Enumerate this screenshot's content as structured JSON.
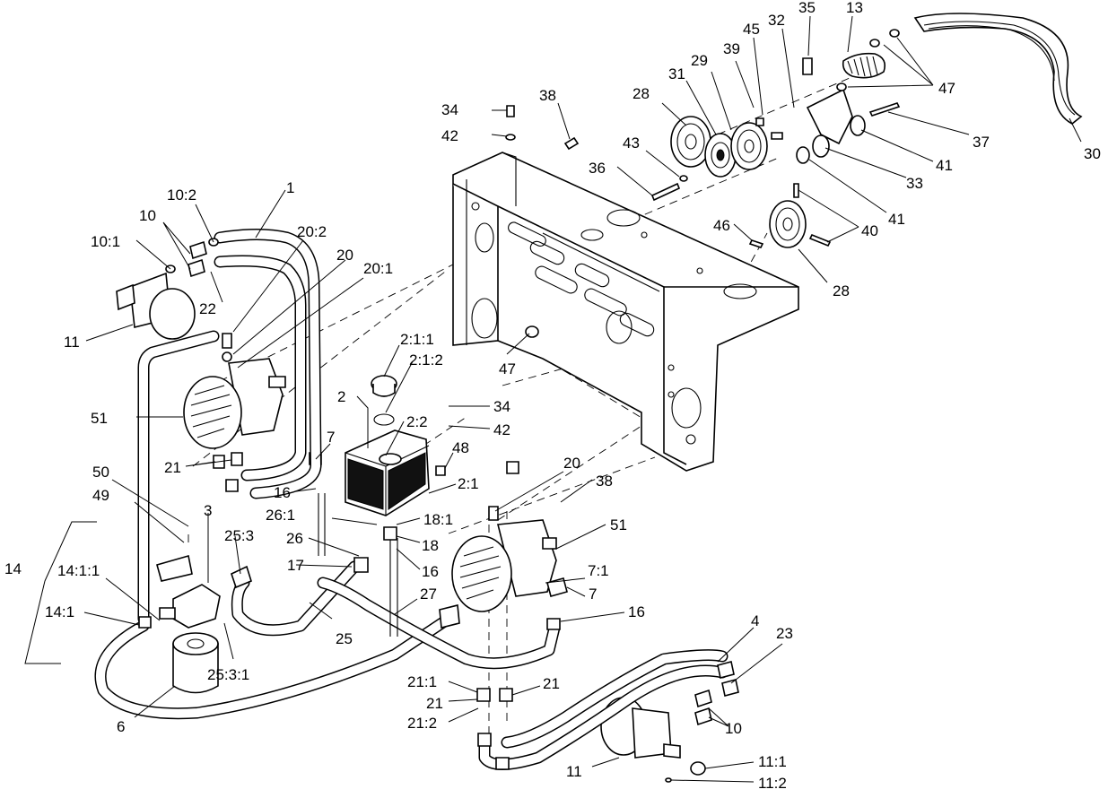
{
  "callouts": [
    {
      "id": "c-13",
      "text": "13"
    },
    {
      "id": "c-35",
      "text": "35"
    },
    {
      "id": "c-32",
      "text": "32"
    },
    {
      "id": "c-45",
      "text": "45"
    },
    {
      "id": "c-39",
      "text": "39"
    },
    {
      "id": "c-29",
      "text": "29"
    },
    {
      "id": "c-31",
      "text": "31"
    },
    {
      "id": "c-28a",
      "text": "28"
    },
    {
      "id": "c-47a",
      "text": "47"
    },
    {
      "id": "c-30",
      "text": "30"
    },
    {
      "id": "c-37",
      "text": "37"
    },
    {
      "id": "c-41a",
      "text": "41"
    },
    {
      "id": "c-33",
      "text": "33"
    },
    {
      "id": "c-41b",
      "text": "41"
    },
    {
      "id": "c-38a",
      "text": "38"
    },
    {
      "id": "c-34a",
      "text": "34"
    },
    {
      "id": "c-42a",
      "text": "42"
    },
    {
      "id": "c-43",
      "text": "43"
    },
    {
      "id": "c-36",
      "text": "36"
    },
    {
      "id": "c-40",
      "text": "40"
    },
    {
      "id": "c-46",
      "text": "46"
    },
    {
      "id": "c-28b",
      "text": "28"
    },
    {
      "id": "c-1",
      "text": "1"
    },
    {
      "id": "c-10-2",
      "text": "10:2"
    },
    {
      "id": "c-10a",
      "text": "10"
    },
    {
      "id": "c-10-1",
      "text": "10:1"
    },
    {
      "id": "c-20-2",
      "text": "20:2"
    },
    {
      "id": "c-20a",
      "text": "20"
    },
    {
      "id": "c-20-1",
      "text": "20:1"
    },
    {
      "id": "c-22",
      "text": "22"
    },
    {
      "id": "c-11a",
      "text": "11"
    },
    {
      "id": "c-47b",
      "text": "47"
    },
    {
      "id": "c-2-1-1",
      "text": "2:1:1"
    },
    {
      "id": "c-2-1-2",
      "text": "2:1:2"
    },
    {
      "id": "c-2",
      "text": "2"
    },
    {
      "id": "c-34b",
      "text": "34"
    },
    {
      "id": "c-2-2",
      "text": "2:2"
    },
    {
      "id": "c-42b",
      "text": "42"
    },
    {
      "id": "c-48",
      "text": "48"
    },
    {
      "id": "c-51a",
      "text": "51"
    },
    {
      "id": "c-7a",
      "text": "7"
    },
    {
      "id": "c-21a",
      "text": "21"
    },
    {
      "id": "c-2-1",
      "text": "2:1"
    },
    {
      "id": "c-20b",
      "text": "20"
    },
    {
      "id": "c-38b",
      "text": "38"
    },
    {
      "id": "c-50",
      "text": "50"
    },
    {
      "id": "c-16a",
      "text": "16"
    },
    {
      "id": "c-49",
      "text": "49"
    },
    {
      "id": "c-26-1",
      "text": "26:1"
    },
    {
      "id": "c-18-1",
      "text": "18:1"
    },
    {
      "id": "c-3",
      "text": "3"
    },
    {
      "id": "c-25-3",
      "text": "25:3"
    },
    {
      "id": "c-51b",
      "text": "51"
    },
    {
      "id": "c-26",
      "text": "26"
    },
    {
      "id": "c-18",
      "text": "18"
    },
    {
      "id": "c-14",
      "text": "14"
    },
    {
      "id": "c-14-1-1",
      "text": "14:1:1"
    },
    {
      "id": "c-17",
      "text": "17"
    },
    {
      "id": "c-16b",
      "text": "16"
    },
    {
      "id": "c-7-1",
      "text": "7:1"
    },
    {
      "id": "c-7b",
      "text": "7"
    },
    {
      "id": "c-27",
      "text": "27"
    },
    {
      "id": "c-14-1",
      "text": "14:1"
    },
    {
      "id": "c-16c",
      "text": "16"
    },
    {
      "id": "c-25",
      "text": "25"
    },
    {
      "id": "c-4",
      "text": "4"
    },
    {
      "id": "c-23",
      "text": "23"
    },
    {
      "id": "c-25-3-1",
      "text": "25:3:1"
    },
    {
      "id": "c-21-1",
      "text": "21:1"
    },
    {
      "id": "c-21b",
      "text": "21"
    },
    {
      "id": "c-21c",
      "text": "21"
    },
    {
      "id": "c-21-2",
      "text": "21:2"
    },
    {
      "id": "c-10b",
      "text": "10"
    },
    {
      "id": "c-6",
      "text": "6"
    },
    {
      "id": "c-11-1",
      "text": "11:1"
    },
    {
      "id": "c-11b",
      "text": "11"
    },
    {
      "id": "c-11-2",
      "text": "11:2"
    }
  ]
}
